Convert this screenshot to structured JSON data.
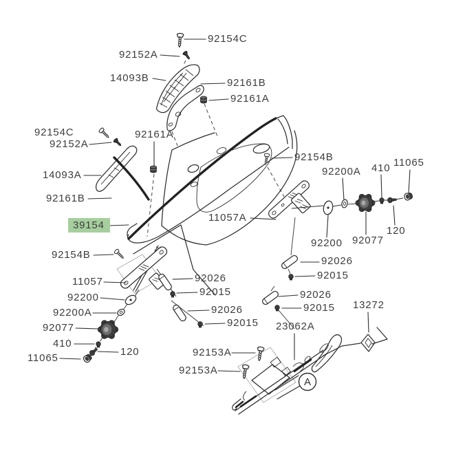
{
  "diagram": {
    "type": "exploded-parts-diagram",
    "colors": {
      "background": "#ffffff",
      "line": "#2e2e2e",
      "label": "#3d3d3d",
      "highlight": "#a6cf9e"
    },
    "detail_marker": "A",
    "labels": [
      {
        "id": "92154C-top",
        "text": "92154C"
      },
      {
        "id": "92152A-top",
        "text": "92152A"
      },
      {
        "id": "14093B",
        "text": "14093B"
      },
      {
        "id": "92161B-top",
        "text": "92161B"
      },
      {
        "id": "92161A-top",
        "text": "92161A"
      },
      {
        "id": "92161A-mid",
        "text": "92161A"
      },
      {
        "id": "92154C-left",
        "text": "92154C"
      },
      {
        "id": "92152A-left",
        "text": "92152A"
      },
      {
        "id": "14093A",
        "text": "14093A"
      },
      {
        "id": "92161B-left",
        "text": "92161B"
      },
      {
        "id": "39154",
        "text": "39154",
        "highlighted": true
      },
      {
        "id": "92154B-right",
        "text": "92154B"
      },
      {
        "id": "92200A-right",
        "text": "92200A"
      },
      {
        "id": "410-right",
        "text": "410"
      },
      {
        "id": "11065-right",
        "text": "11065"
      },
      {
        "id": "11057A",
        "text": "11057A"
      },
      {
        "id": "92200-right",
        "text": "92200"
      },
      {
        "id": "92077-right",
        "text": "92077"
      },
      {
        "id": "120-right",
        "text": "120"
      },
      {
        "id": "92026-right-1",
        "text": "92026"
      },
      {
        "id": "92015-right-1",
        "text": "92015"
      },
      {
        "id": "92026-right-2",
        "text": "92026"
      },
      {
        "id": "92015-right-2",
        "text": "92015"
      },
      {
        "id": "13272",
        "text": "13272"
      },
      {
        "id": "23062A",
        "text": "23062A"
      },
      {
        "id": "92154B-left",
        "text": "92154B"
      },
      {
        "id": "11057",
        "text": "11057"
      },
      {
        "id": "92200-left",
        "text": "92200"
      },
      {
        "id": "92200A-left",
        "text": "92200A"
      },
      {
        "id": "92077-left",
        "text": "92077"
      },
      {
        "id": "410-left",
        "text": "410"
      },
      {
        "id": "120-left",
        "text": "120"
      },
      {
        "id": "11065-left",
        "text": "11065"
      },
      {
        "id": "92026-mid-1",
        "text": "92026"
      },
      {
        "id": "92015-mid-1",
        "text": "92015"
      },
      {
        "id": "92026-mid-2",
        "text": "92026"
      },
      {
        "id": "92015-mid-2",
        "text": "92015"
      },
      {
        "id": "92153A-1",
        "text": "92153A"
      },
      {
        "id": "92153A-2",
        "text": "92153A"
      }
    ]
  }
}
